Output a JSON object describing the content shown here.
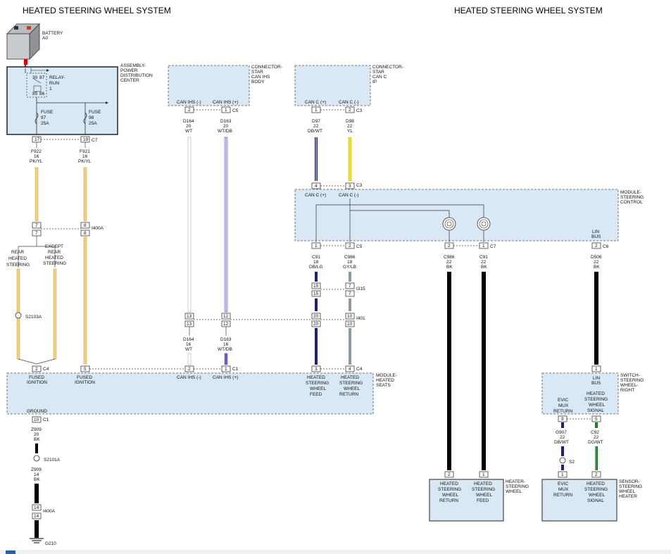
{
  "header": {
    "left_title": "HEATED STEERING WHEEL SYSTEM",
    "right_title": "HEATED STEERING WHEEL SYSTEM"
  },
  "battery": {
    "name": "BATTERY",
    "id": "A0"
  },
  "pdc": {
    "lines": [
      "ASSEMBLY-",
      "POWER",
      "DISTRIBUTION",
      "CENTER"
    ],
    "relay_lines": [
      "RELAY-",
      "RUN",
      "1"
    ],
    "relay_pins": [
      "30",
      "85",
      "87",
      "86"
    ],
    "fuse1": [
      "FUSE",
      "97",
      "25A"
    ],
    "fuse2": [
      "FUSE",
      "98",
      "25A"
    ]
  },
  "star_body": {
    "lines": [
      "CONNECTOR-",
      "STAR",
      "CAN IHS",
      "BODY"
    ],
    "pin_labels": [
      "CAN IHS (-)",
      "CAN IHS (+)"
    ]
  },
  "star_ip": {
    "lines": [
      "CONNECTOR-",
      "STAR",
      "CAN C",
      "IP"
    ],
    "pin_labels": [
      "CAN C (+)",
      "CAN C (-)"
    ]
  },
  "steering_control": {
    "lines": [
      "MODULE-",
      "STEERING",
      "CONTROL"
    ],
    "top_pins": [
      "CAN C (+)",
      "CAN C (-)"
    ],
    "lin_bus": [
      "LIN",
      "BUS"
    ]
  },
  "heated_seats": {
    "lines": [
      "MODULE-",
      "HEATED",
      "SEATS"
    ],
    "fused1": [
      "FUSED",
      "IGNITION"
    ],
    "fused2": [
      "FUSED",
      "IGNITION"
    ],
    "can_minus": "CAN IHS (-)",
    "can_plus": "CAN IHS (+)",
    "feed": [
      "HEATED",
      "STEERING",
      "WHEEL",
      "FEED"
    ],
    "return": [
      "HEATED",
      "STEERING",
      "WHEEL",
      "RETURN"
    ],
    "ground": "GROUND"
  },
  "switch_right": {
    "lines": [
      "SWITCH-",
      "STEERING",
      "WHEEL-",
      "RIGHT"
    ],
    "lin_bus": [
      "LIN",
      "BUS"
    ],
    "evic": [
      "EVIC",
      "MUX",
      "RETURN"
    ],
    "signal": [
      "HEATED",
      "STEERING",
      "WHEEL",
      "SIGNAL"
    ]
  },
  "heater": {
    "lines": [
      "HEATER-",
      "STEERING",
      "WHEEL"
    ],
    "ret": [
      "HEATED",
      "STEERING",
      "WHEEL",
      "RETURN"
    ],
    "feed": [
      "HEATED",
      "STEERING",
      "WHEEL",
      "FEED"
    ]
  },
  "sensor": {
    "lines": [
      "SENSOR-",
      "STEERING",
      "WHEEL",
      "HEATER"
    ],
    "evic": [
      "EVIC",
      "MUX",
      "RETURN"
    ],
    "signal": [
      "HEATED",
      "STEERING",
      "WHEEL",
      "SIGNAL"
    ]
  },
  "rear_heated": [
    "REAR",
    "HEATED",
    "STEERING"
  ],
  "except_rear": [
    "EXCEPT",
    "REAR",
    "HEATED",
    "STEERING"
  ],
  "splices": {
    "s2103a": "S2103A",
    "s2101a": "S2101A",
    "s2": "S2"
  },
  "ground_id": "G210",
  "wires": {
    "f922": [
      "F922",
      "16",
      "PK/YL"
    ],
    "f921": [
      "F921",
      "16",
      "PK/YL"
    ],
    "d164_top": [
      "D164",
      "20",
      "WT"
    ],
    "d163_top": [
      "D163",
      "20",
      "WT/DB"
    ],
    "d164_bot": [
      "D164",
      "16",
      "WT"
    ],
    "d163_bot": [
      "D163",
      "16",
      "WT/DB"
    ],
    "d97": [
      "D97",
      "22",
      "DB/WT"
    ],
    "d98": [
      "D98",
      "22",
      "YL"
    ],
    "c91": [
      "C91",
      "18",
      "DB/LG"
    ],
    "c986": [
      "C986",
      "18",
      "GY/LB"
    ],
    "c986b": [
      "C986",
      "22",
      "BK"
    ],
    "c91b": [
      "C91",
      "22",
      "BK"
    ],
    "d506": [
      "D506",
      "22",
      "BK"
    ],
    "g907": [
      "G907",
      "22",
      "DB/WT"
    ],
    "c92": [
      "C92",
      "22",
      "DG/WT"
    ],
    "z909a": [
      "Z909",
      "20",
      "BK"
    ],
    "z909b": [
      "Z909",
      "14",
      "BK"
    ]
  },
  "connectors": {
    "c7": "C7",
    "c5": "C5",
    "c3": "C3",
    "c6": "C6",
    "c4": "C4",
    "c1": "C1",
    "i400a": "I400A",
    "i315": "I315",
    "i401": "I401"
  },
  "pins": {
    "p17": "17",
    "p19": "19",
    "p7": "7",
    "p8": "8",
    "p2": "2",
    "p1": "1",
    "p4": "4",
    "p3": "3",
    "p15": "15",
    "p13": "13",
    "p12": "12",
    "p20": "20",
    "p10": "10",
    "p5": "5",
    "p9": "9",
    "p14": "14"
  },
  "colors": {
    "box_fill": "#d9e8f5",
    "pk_yl": "#f3d27a",
    "wt": "#bdbdbd",
    "wt_db": "#6a5acd",
    "db": "#1f1f7a",
    "yl": "#f2e21b",
    "gy": "#8c9aa0",
    "bk": "#000000",
    "dg": "#1e7d2b"
  }
}
